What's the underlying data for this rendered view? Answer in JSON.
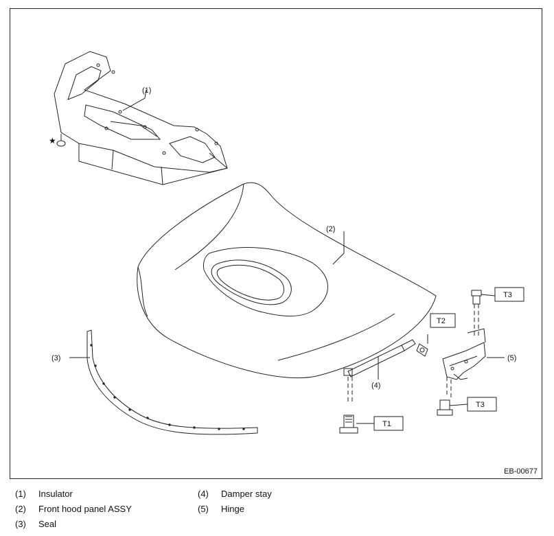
{
  "callouts": {
    "c1": "(1)",
    "c2": "(2)",
    "c3": "(3)",
    "c4": "(4)",
    "c5": "(5)"
  },
  "torque": {
    "t1": "T1",
    "t2": "T2",
    "t3a": "T3",
    "t3b": "T3"
  },
  "star_mark": "★",
  "figure_code": "EB-00677",
  "legend": [
    {
      "num": "(1)",
      "text": "Insulator"
    },
    {
      "num": "(2)",
      "text": "Front hood panel ASSY"
    },
    {
      "num": "(3)",
      "text": "Seal"
    },
    {
      "num": "(4)",
      "text": "Damper stay"
    },
    {
      "num": "(5)",
      "text": "Hinge"
    }
  ],
  "colors": {
    "line": "#222222",
    "background": "#ffffff"
  }
}
